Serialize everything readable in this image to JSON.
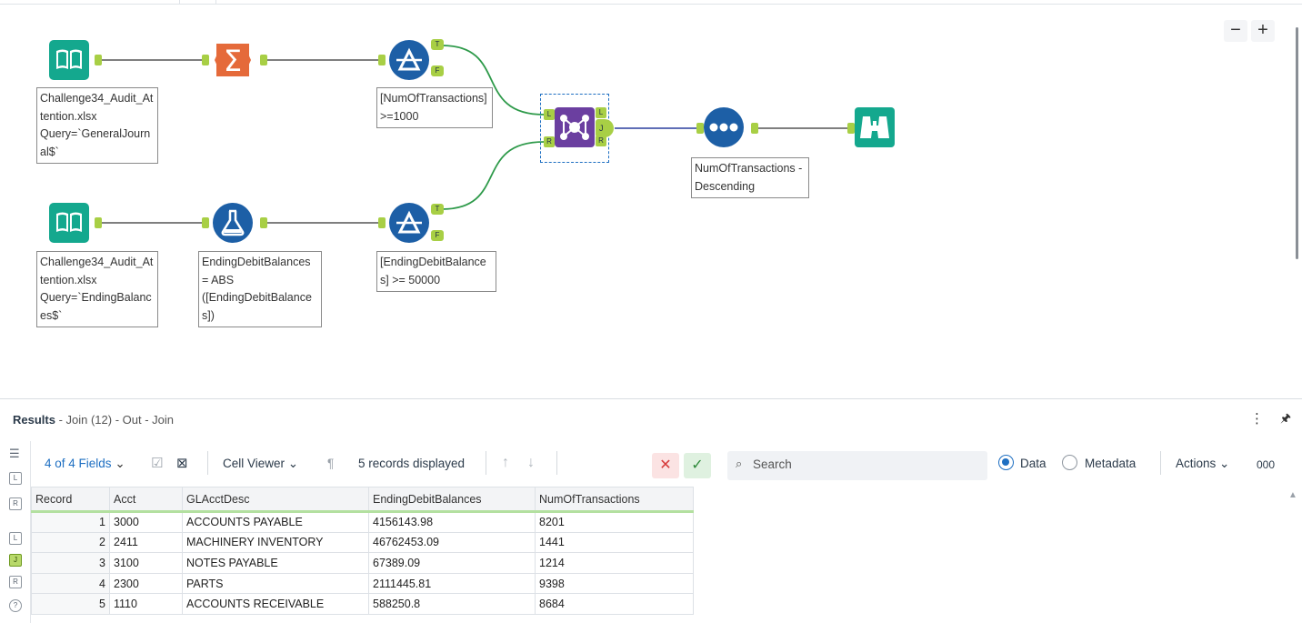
{
  "canvas": {
    "zoom_out_label": "−",
    "zoom_in_label": "+",
    "tools": {
      "input1": {
        "icon": "book-input-icon",
        "annotation": "Challenge34_Audit_Attention.xlsx\nQuery=`GeneralJournal$`"
      },
      "summarize": {
        "icon": "sigma-summarize-icon"
      },
      "filter1": {
        "icon": "filter-delta-icon",
        "annotation": "[NumOfTransactions]>=1000",
        "true_label": "T",
        "false_label": "F"
      },
      "input2": {
        "icon": "book-input-icon",
        "annotation": "Challenge34_Audit_Attention.xlsx\nQuery=`EndingBalances$`"
      },
      "formula": {
        "icon": "flask-formula-icon",
        "annotation": "EndingDebitBalances = ABS\n([EndingDebitBalances])"
      },
      "filter2": {
        "icon": "filter-delta-icon",
        "annotation": "[EndingDebitBalances] >= 50000",
        "true_label": "T",
        "false_label": "F"
      },
      "join": {
        "icon": "join-icon",
        "left_label": "L",
        "right_label": "R",
        "out_left": "L",
        "out_join": "J",
        "out_right": "R"
      },
      "sort": {
        "icon": "sort-dots-icon",
        "annotation": "NumOfTransactions - Descending"
      },
      "browse": {
        "icon": "binoculars-browse-icon"
      }
    }
  },
  "results": {
    "title": "Results",
    "subtitle": " - Join (12) - Out - Join",
    "more_icon": "⋮",
    "pin_icon": "📌",
    "toolbar": {
      "fields": "4 of 4 Fields",
      "cell_viewer": "Cell Viewer",
      "records_displayed": "5 records displayed",
      "search_placeholder": "Search",
      "data_label": "Data",
      "metadata_label": "Metadata",
      "actions_label": "Actions",
      "extra_label": "000"
    },
    "columns": [
      "Record",
      "Acct",
      "GLAcctDesc",
      "EndingDebitBalances",
      "NumOfTransactions"
    ],
    "rows": [
      [
        "1",
        "3000",
        "ACCOUNTS PAYABLE",
        "4156143.98",
        "8201"
      ],
      [
        "2",
        "2411",
        "MACHINERY INVENTORY",
        "46762453.09",
        "1441"
      ],
      [
        "3",
        "3100",
        "NOTES PAYABLE",
        "67389.09",
        "1214"
      ],
      [
        "4",
        "2300",
        "PARTS",
        "2111445.81",
        "9398"
      ],
      [
        "5",
        "1110",
        "ACCOUNTS RECEIVABLE",
        "588250.8",
        "8684"
      ]
    ],
    "rail": [
      "L",
      "R",
      "L",
      "J",
      "R",
      "?"
    ]
  },
  "colors": {
    "input_teal": "#14a88e",
    "summarize_orange": "#e56a3a",
    "filter_blue": "#1d5fa6",
    "join_purple": "#6b3fa0",
    "anchor_green": "#a8cf45",
    "connector_green": "#2e9a4a",
    "connector_blue": "#2a3f9e",
    "accent_blue": "#1e6fc2"
  }
}
